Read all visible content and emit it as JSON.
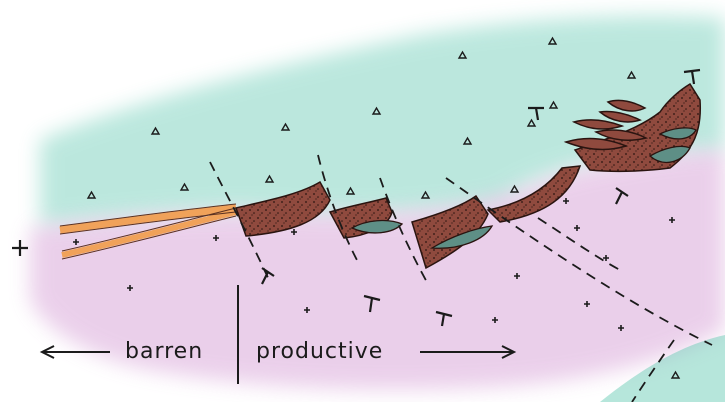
{
  "labels": {
    "barren": "barren",
    "productive": "productive"
  },
  "colors": {
    "background": "#ffffff",
    "upper_zone": "#5ec8b0",
    "lower_zone": "#cf8fcf",
    "ore_body": "#8f4a3e",
    "ore_dots": "#2a1410",
    "vein_orange": "#f0a25a",
    "alteration": "#5e8f86",
    "ink": "#1b1b1b"
  },
  "symbols": {
    "upper_zone": "triangle",
    "lower_zone": "plus"
  }
}
